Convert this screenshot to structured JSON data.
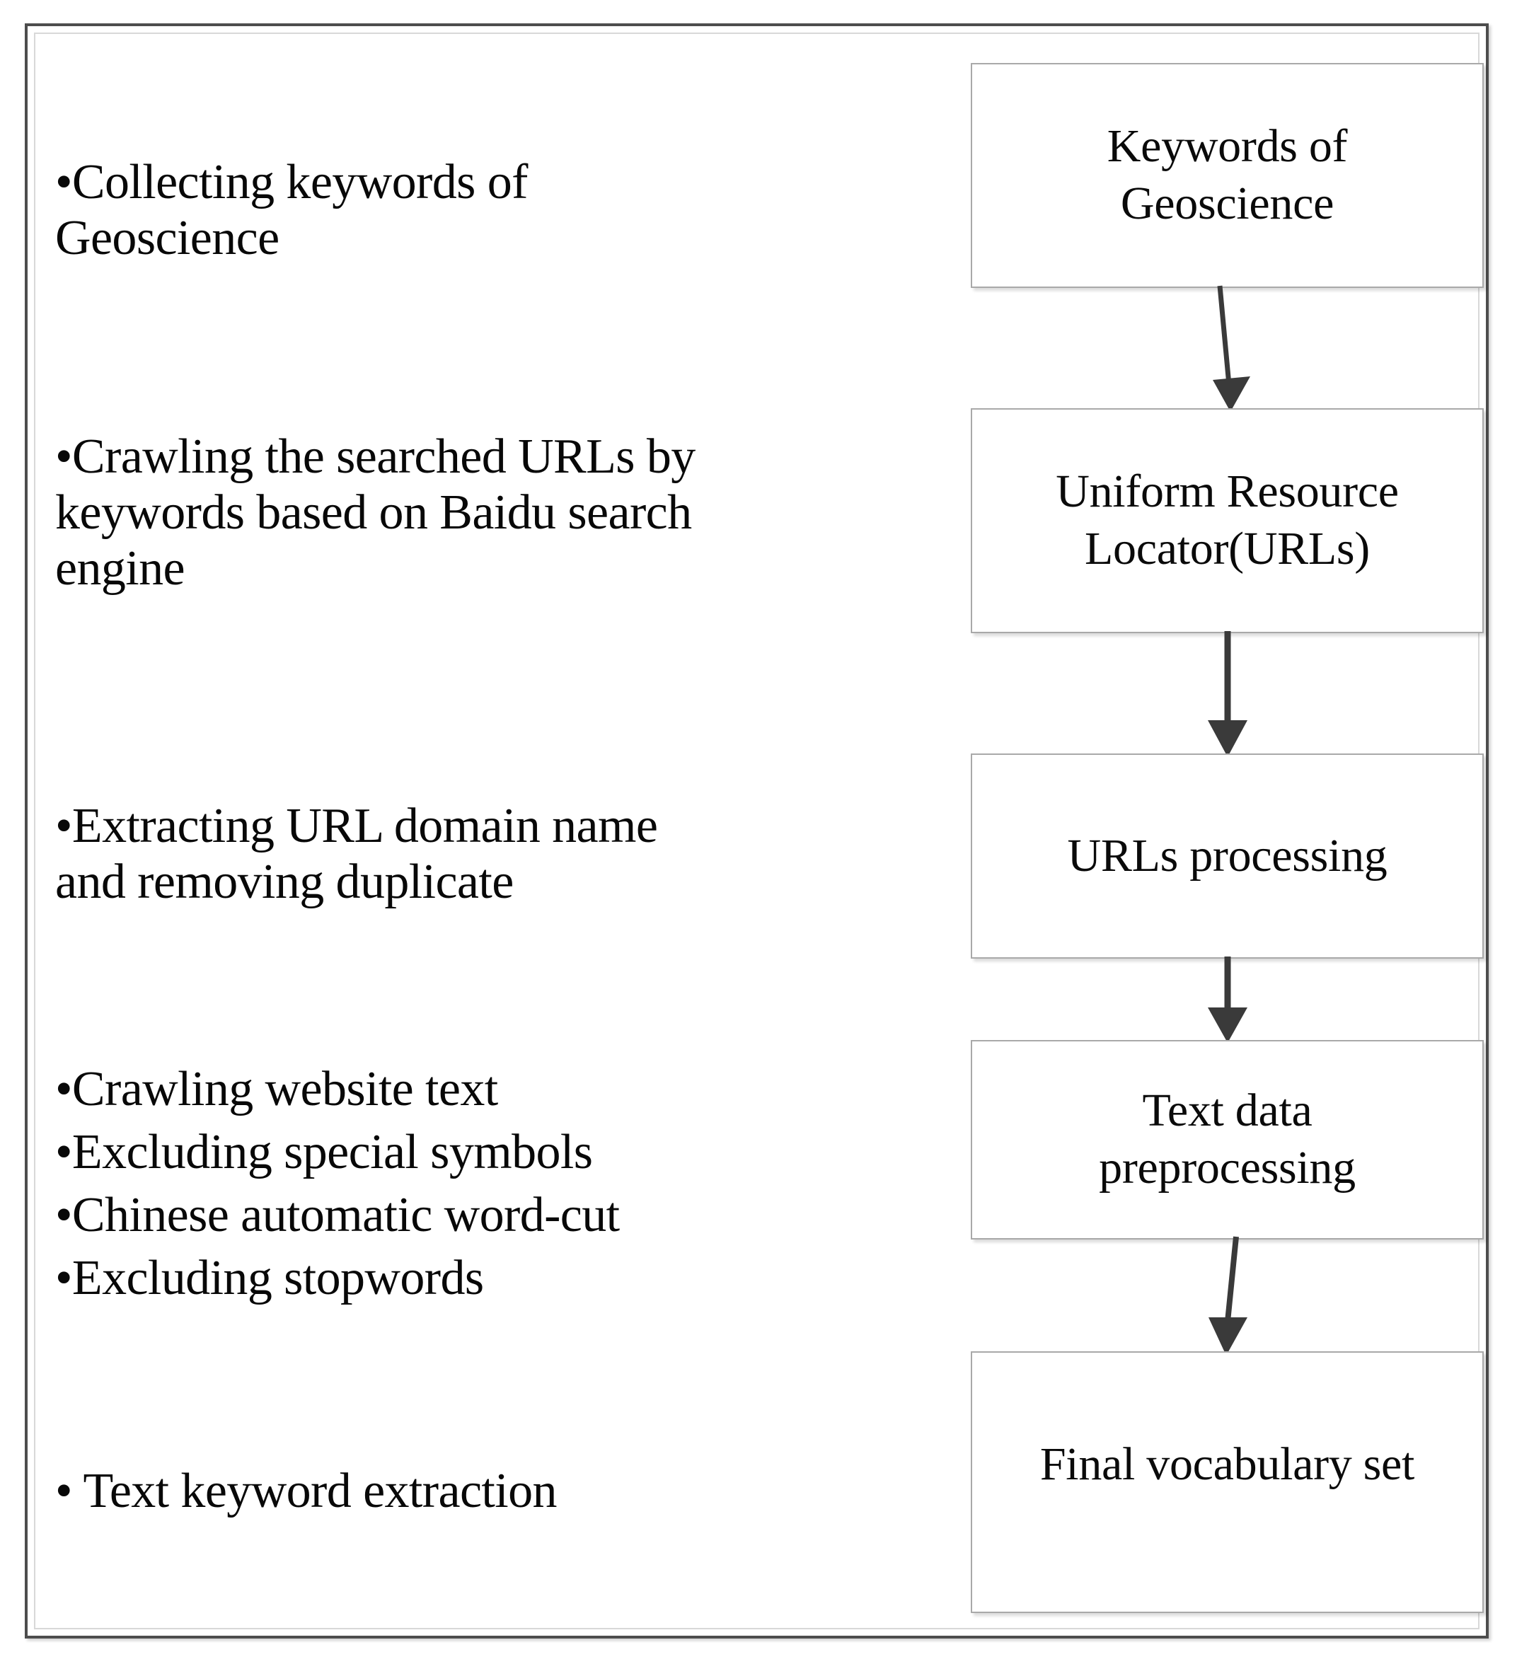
{
  "figure": {
    "kind": "flowchart",
    "orientation": "vertical",
    "frame_border_color": "#4d4d4d",
    "node_border_color": "#a9a9a9",
    "arrow_color": "#3a3a3a",
    "text_color": "#0a0a0a"
  },
  "steps": [
    {
      "id": "step-1",
      "bullets": [
        "•Collecting keywords of\nGeoscience"
      ]
    },
    {
      "id": "step-2",
      "bullets": [
        "•Crawling the searched URLs by\nkeywords based on Baidu search\nengine"
      ]
    },
    {
      "id": "step-3",
      "bullets": [
        "•Extracting URL domain name\nand removing duplicate"
      ]
    },
    {
      "id": "step-4",
      "bullets": [
        "•Crawling website text",
        "•Excluding special symbols",
        "•Chinese automatic word-cut",
        "•Excluding stopwords"
      ]
    },
    {
      "id": "step-5",
      "bullets": [
        "• Text keyword extraction"
      ]
    }
  ],
  "nodes": [
    {
      "id": "node-1",
      "label": "Keywords of\nGeoscience"
    },
    {
      "id": "node-2",
      "label": "Uniform Resource\nLocator(URLs)"
    },
    {
      "id": "node-3",
      "label": "URLs processing"
    },
    {
      "id": "node-4",
      "label": "Text data\npreprocessing"
    },
    {
      "id": "node-5",
      "label": "Final vocabulary set"
    }
  ],
  "arrows": [
    {
      "id": "arrow-1",
      "from": "node-1",
      "to": "node-2",
      "style": "slanted-down-right"
    },
    {
      "id": "arrow-2",
      "from": "node-2",
      "to": "node-3",
      "style": "straight-down"
    },
    {
      "id": "arrow-3",
      "from": "node-3",
      "to": "node-4",
      "style": "straight-down"
    },
    {
      "id": "arrow-4",
      "from": "node-4",
      "to": "node-5",
      "style": "slanted-down-left"
    }
  ]
}
